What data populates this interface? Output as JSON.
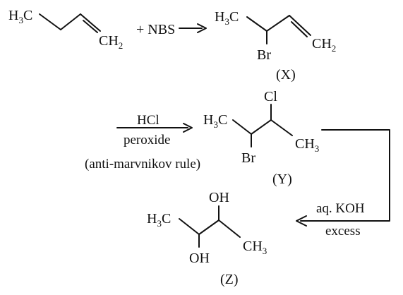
{
  "reaction_1": {
    "reactant_h3c": "H",
    "reactant_h3c_sub": "3",
    "reactant_h3c_c": "C",
    "reactant_ch2": "CH",
    "reactant_ch2_sub": "2",
    "reagent": "+ NBS"
  },
  "product_x": {
    "h3c": "H",
    "h3c_sub": "3",
    "h3c_c": "C",
    "br": "Br",
    "ch2": "CH",
    "ch2_sub": "2",
    "label": "(X)"
  },
  "reaction_2": {
    "reagent_top": "HCl",
    "reagent_bottom": "peroxide",
    "note": "(anti-marvnikov rule)"
  },
  "product_y": {
    "h3c": "H",
    "h3c_sub": "3",
    "h3c_c": "C",
    "cl": "Cl",
    "br": "Br",
    "ch3": "CH",
    "ch3_sub": "3",
    "label": "(Y)"
  },
  "reaction_3": {
    "reagent_top": "aq. KOH",
    "reagent_bottom": "excess"
  },
  "product_z": {
    "h3c": "H",
    "h3c_sub": "3",
    "h3c_c": "C",
    "oh_top": "OH",
    "oh_bottom": "OH",
    "ch3": "CH",
    "ch3_sub": "3",
    "label": "(Z)"
  },
  "colors": {
    "ink": "#111111",
    "background": "#ffffff"
  }
}
